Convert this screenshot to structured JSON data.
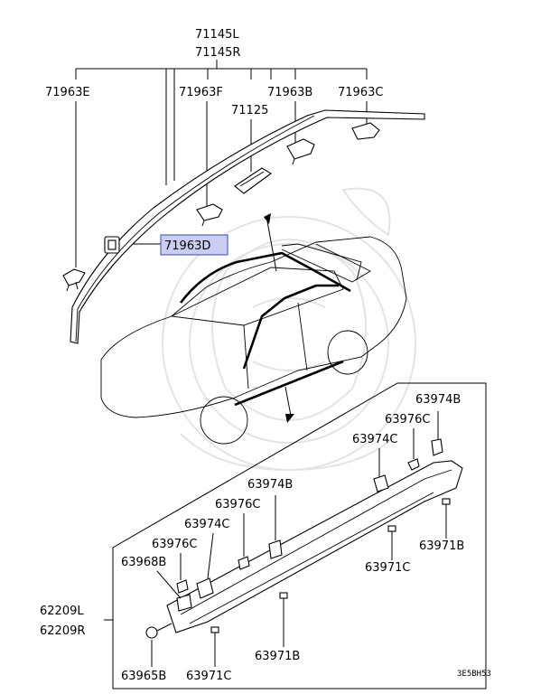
{
  "diagram": {
    "labels": {
      "top1": "71145L",
      "top2": "71145R",
      "e": "71963E",
      "f": "71963F",
      "b": "71963B",
      "c": "71963C",
      "m": "71125",
      "d": "71963D",
      "r1": "63974B",
      "r2": "63976C",
      "r3": "63974C",
      "m1": "63974B",
      "m2": "63976C",
      "m3": "63974C",
      "m4": "63976C",
      "m5": "63968B",
      "s1": "62209L",
      "s2": "62209R",
      "b1": "63965B",
      "b2": "63971C",
      "b3": "63971B",
      "b4": "63971C",
      "b5": "63971B"
    },
    "figure_code": "3E5BH53",
    "highlight_color": "#c9cdf2",
    "highlight_border": "#3a4bb0"
  }
}
